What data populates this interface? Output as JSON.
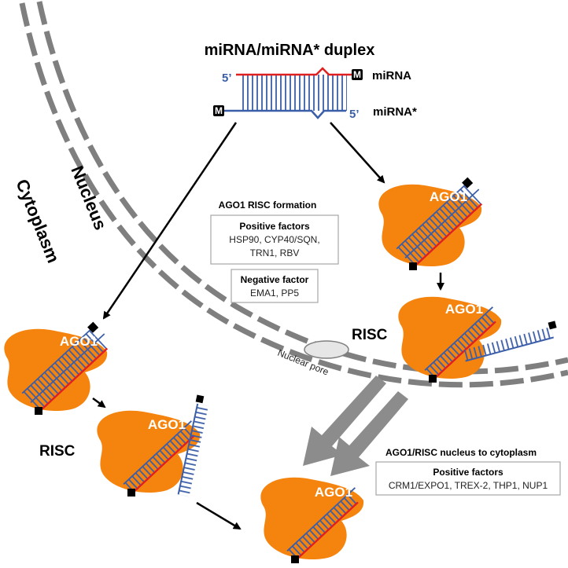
{
  "title": "miRNA/miRNA* duplex",
  "duplex": {
    "mirna_label": "miRNA",
    "mirna_star_label": "miRNA*",
    "five_prime_top": "5’",
    "five_prime_bottom": "5’",
    "cap_symbol": "M"
  },
  "compartments": {
    "nucleus": "Nucleus",
    "cytoplasm": "Cytoplasm"
  },
  "complex_label": "AGO1",
  "risc_label": "RISC",
  "nuclear_pore_label": "Nuclear pore",
  "risc_formation": {
    "title": "AGO1 RISC formation",
    "positive": {
      "heading": "Positive factors",
      "lines": [
        "HSP90, CYP40/SQN,",
        "TRN1, RBV"
      ]
    },
    "negative": {
      "heading": "Negative factor",
      "lines": [
        "EMA1, PP5"
      ]
    }
  },
  "export": {
    "title": "AGO1/RISC nucleus to cytoplasm",
    "positive": {
      "heading": "Positive factors",
      "lines": [
        "CRM1/EXPO1, TREX-2, THP1, NUP1"
      ]
    }
  },
  "colors": {
    "ago": "#f5840f",
    "mirna_strand": "#e02020",
    "star_strand": "#3b5ea8",
    "membrane": "#7f7f7f",
    "export_arrow": "#8c8c8c"
  }
}
